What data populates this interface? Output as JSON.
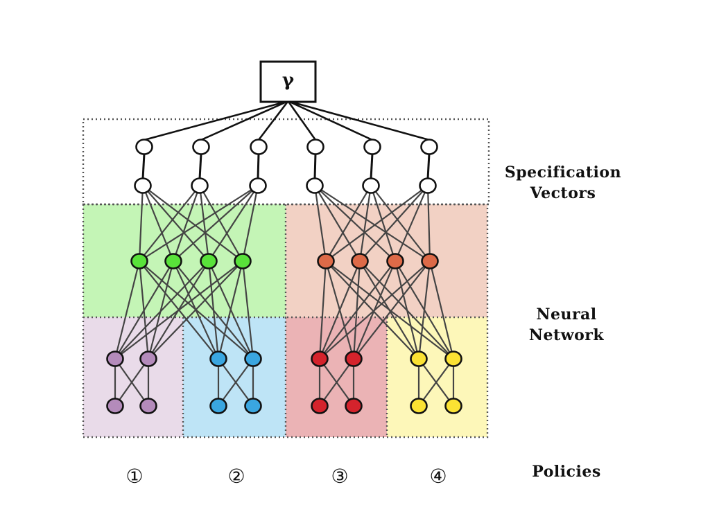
{
  "root": {
    "symbol": "γ"
  },
  "labels": {
    "specification": [
      "Specification",
      "Vectors"
    ],
    "network": [
      "Neural",
      "Network"
    ],
    "policies": "Policies"
  },
  "policy_numbers": [
    "①",
    "②",
    "③",
    "④"
  ],
  "colors": {
    "spec_node": "#ffffff",
    "green_region": "#c4f5b6",
    "green_node": "#59e23a",
    "orange_region": "#f2d1c4",
    "orange_node": "#dd6a48",
    "purple_region": "#e9dbe9",
    "purple_node": "#b48bbb",
    "blue_region": "#bee4f6",
    "blue_node": "#3aa6e0",
    "red_region": "#ebb3b5",
    "red_node": "#d4232c",
    "yellow_region": "#fdf7b9",
    "yellow_node": "#fbe233",
    "edge": "#444444"
  }
}
